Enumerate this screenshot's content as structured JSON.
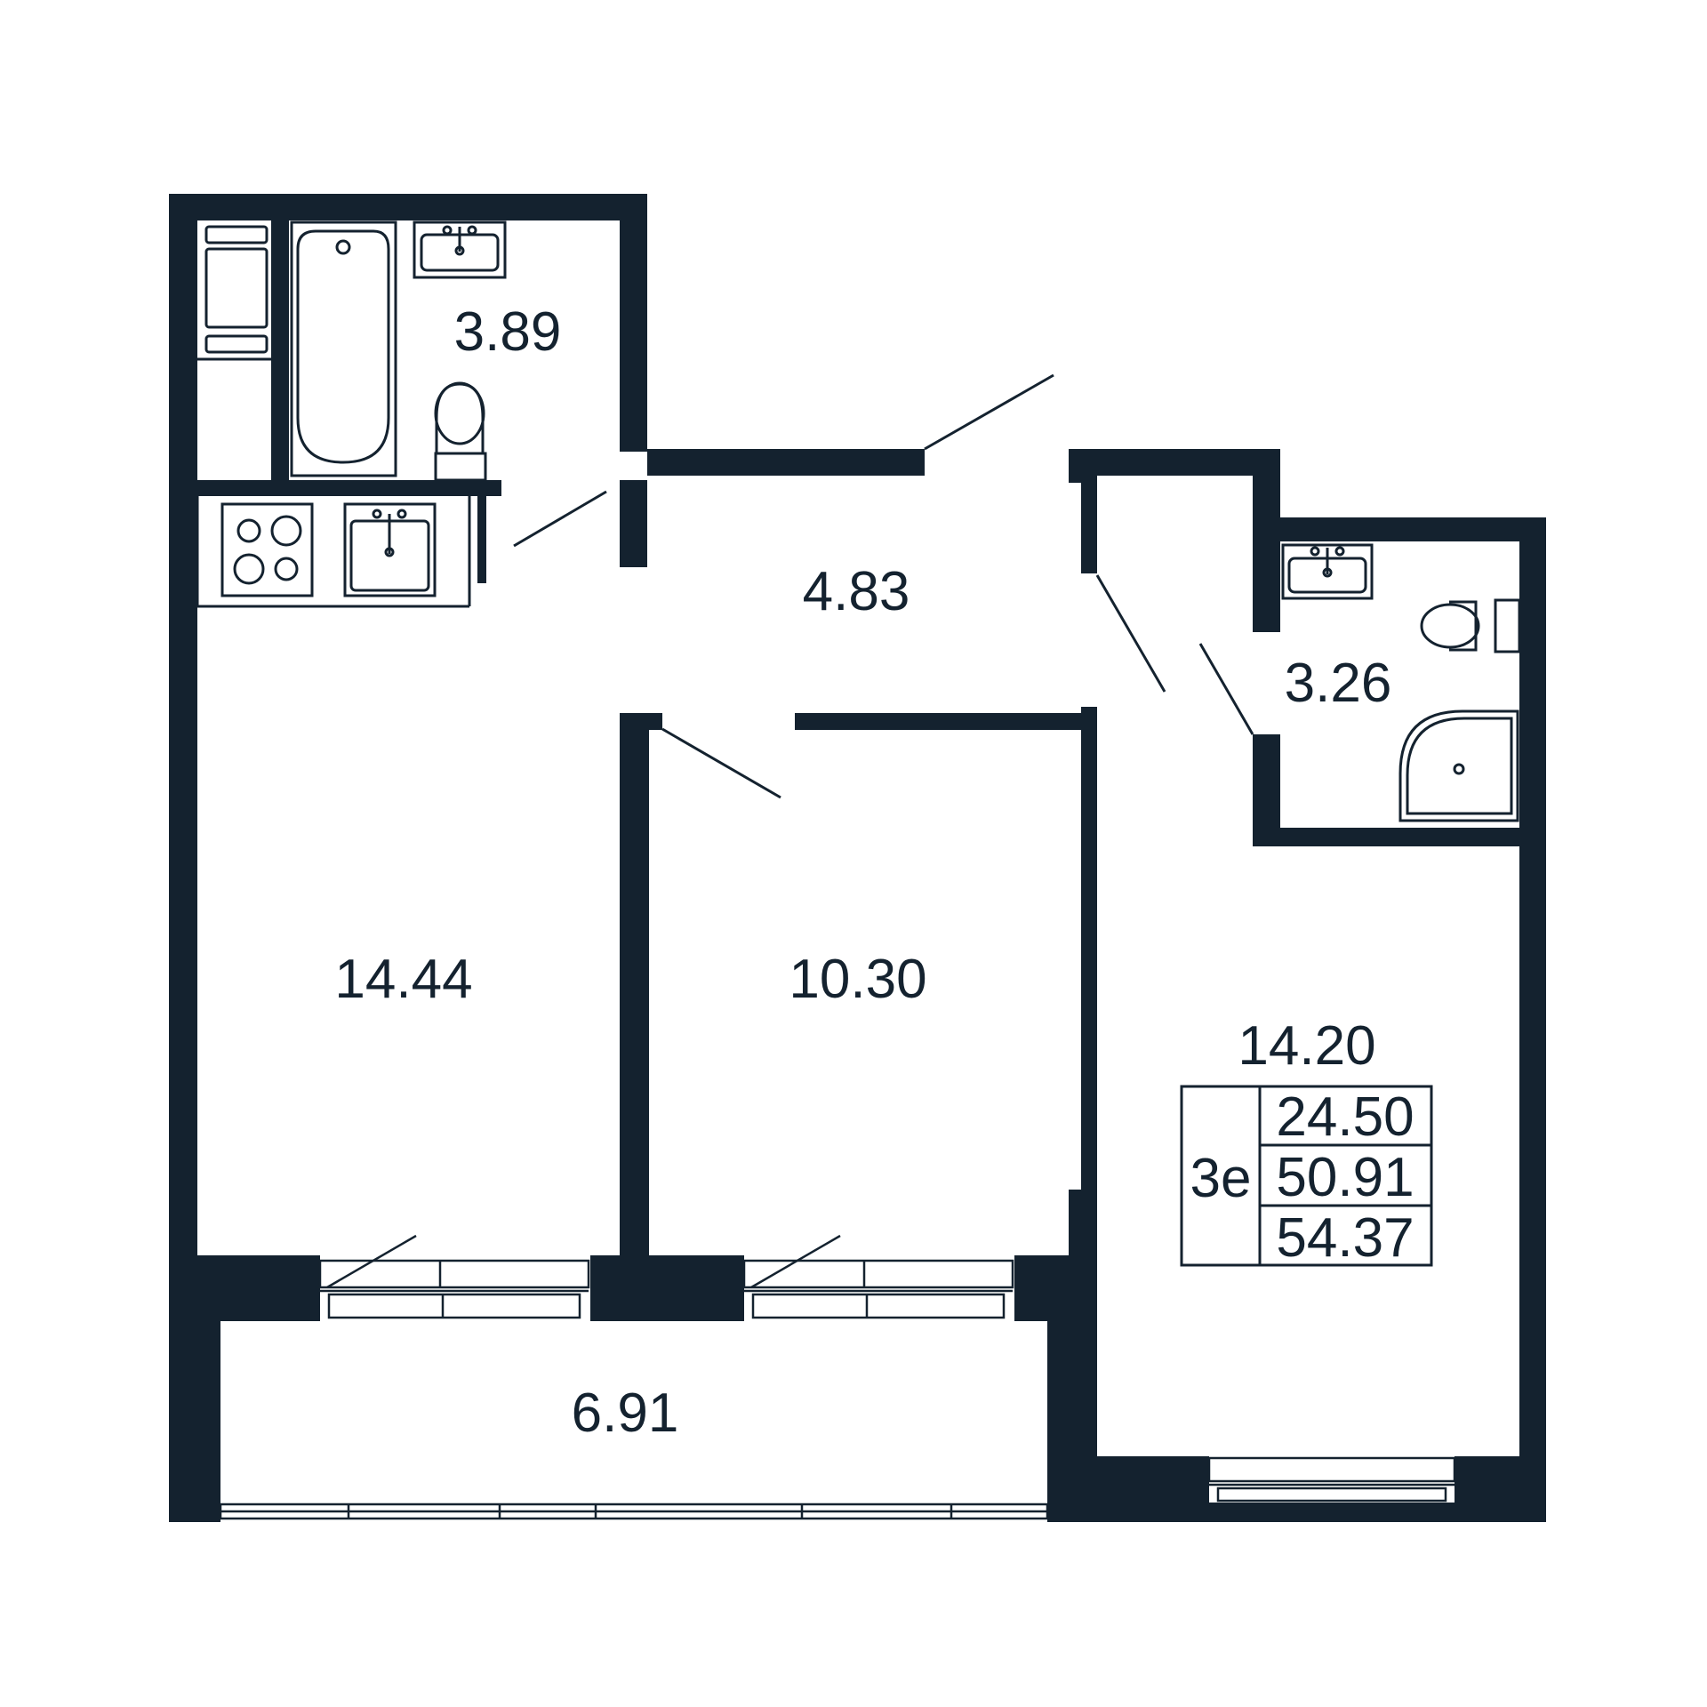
{
  "colors": {
    "wall": "#14222f",
    "background": "#ffffff",
    "line": "#14222f"
  },
  "rooms": {
    "bathroom": "3.89",
    "hallway": "4.83",
    "kitchen_living": "14.44",
    "bedroom": "10.30",
    "shower_room": "3.26",
    "bedroom_large": "14.20",
    "loggia": "6.91"
  },
  "legend": {
    "apartment_type": "3е",
    "living_area": "24.50",
    "total_area": "50.91",
    "total_with_loggia": "54.37"
  },
  "fixtures": [
    "washing-machine-icon",
    "bathtub-icon",
    "sink-icon",
    "toilet-icon",
    "stove-icon",
    "kitchen-sink-icon",
    "shower-tray-icon"
  ]
}
